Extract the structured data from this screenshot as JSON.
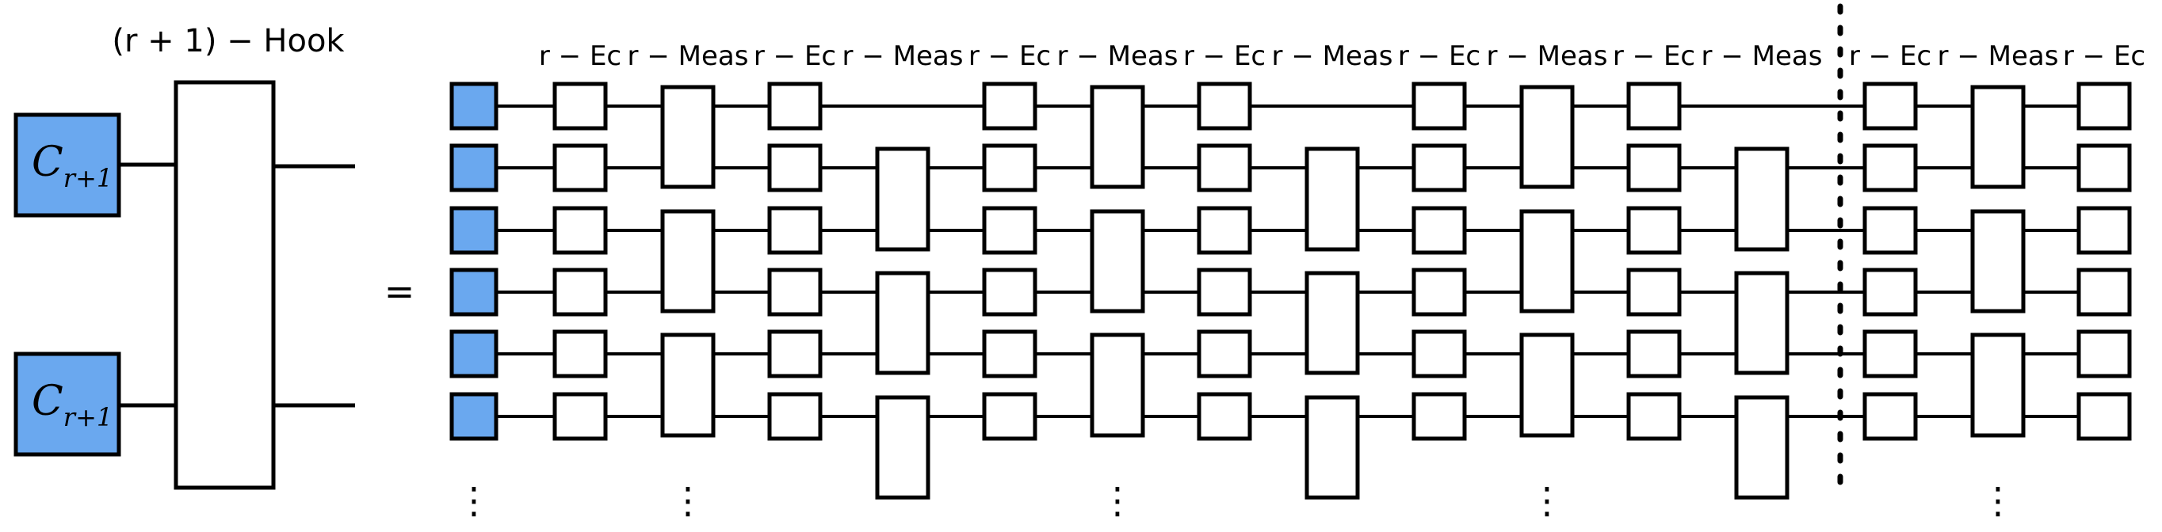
{
  "left": {
    "hook_title": "(r + 1) − Hook",
    "c_label": "C",
    "c_subscript": "r+1"
  },
  "equals_sign": "=",
  "column_labels": [
    "r − Ec",
    "r − Meas",
    "r − Ec",
    "r − Meas",
    "r − Ec",
    "r − Meas",
    "r − Ec",
    "r − Meas",
    "r − Ec",
    "r − Meas",
    "r − Ec",
    "r − Meas",
    "r − Ec",
    "r − Meas",
    "r − Ec"
  ],
  "vertical_dots": "⋮",
  "colors": {
    "c_fill": "#6aa8ef",
    "stroke": "#000000",
    "background": "#ffffff"
  }
}
